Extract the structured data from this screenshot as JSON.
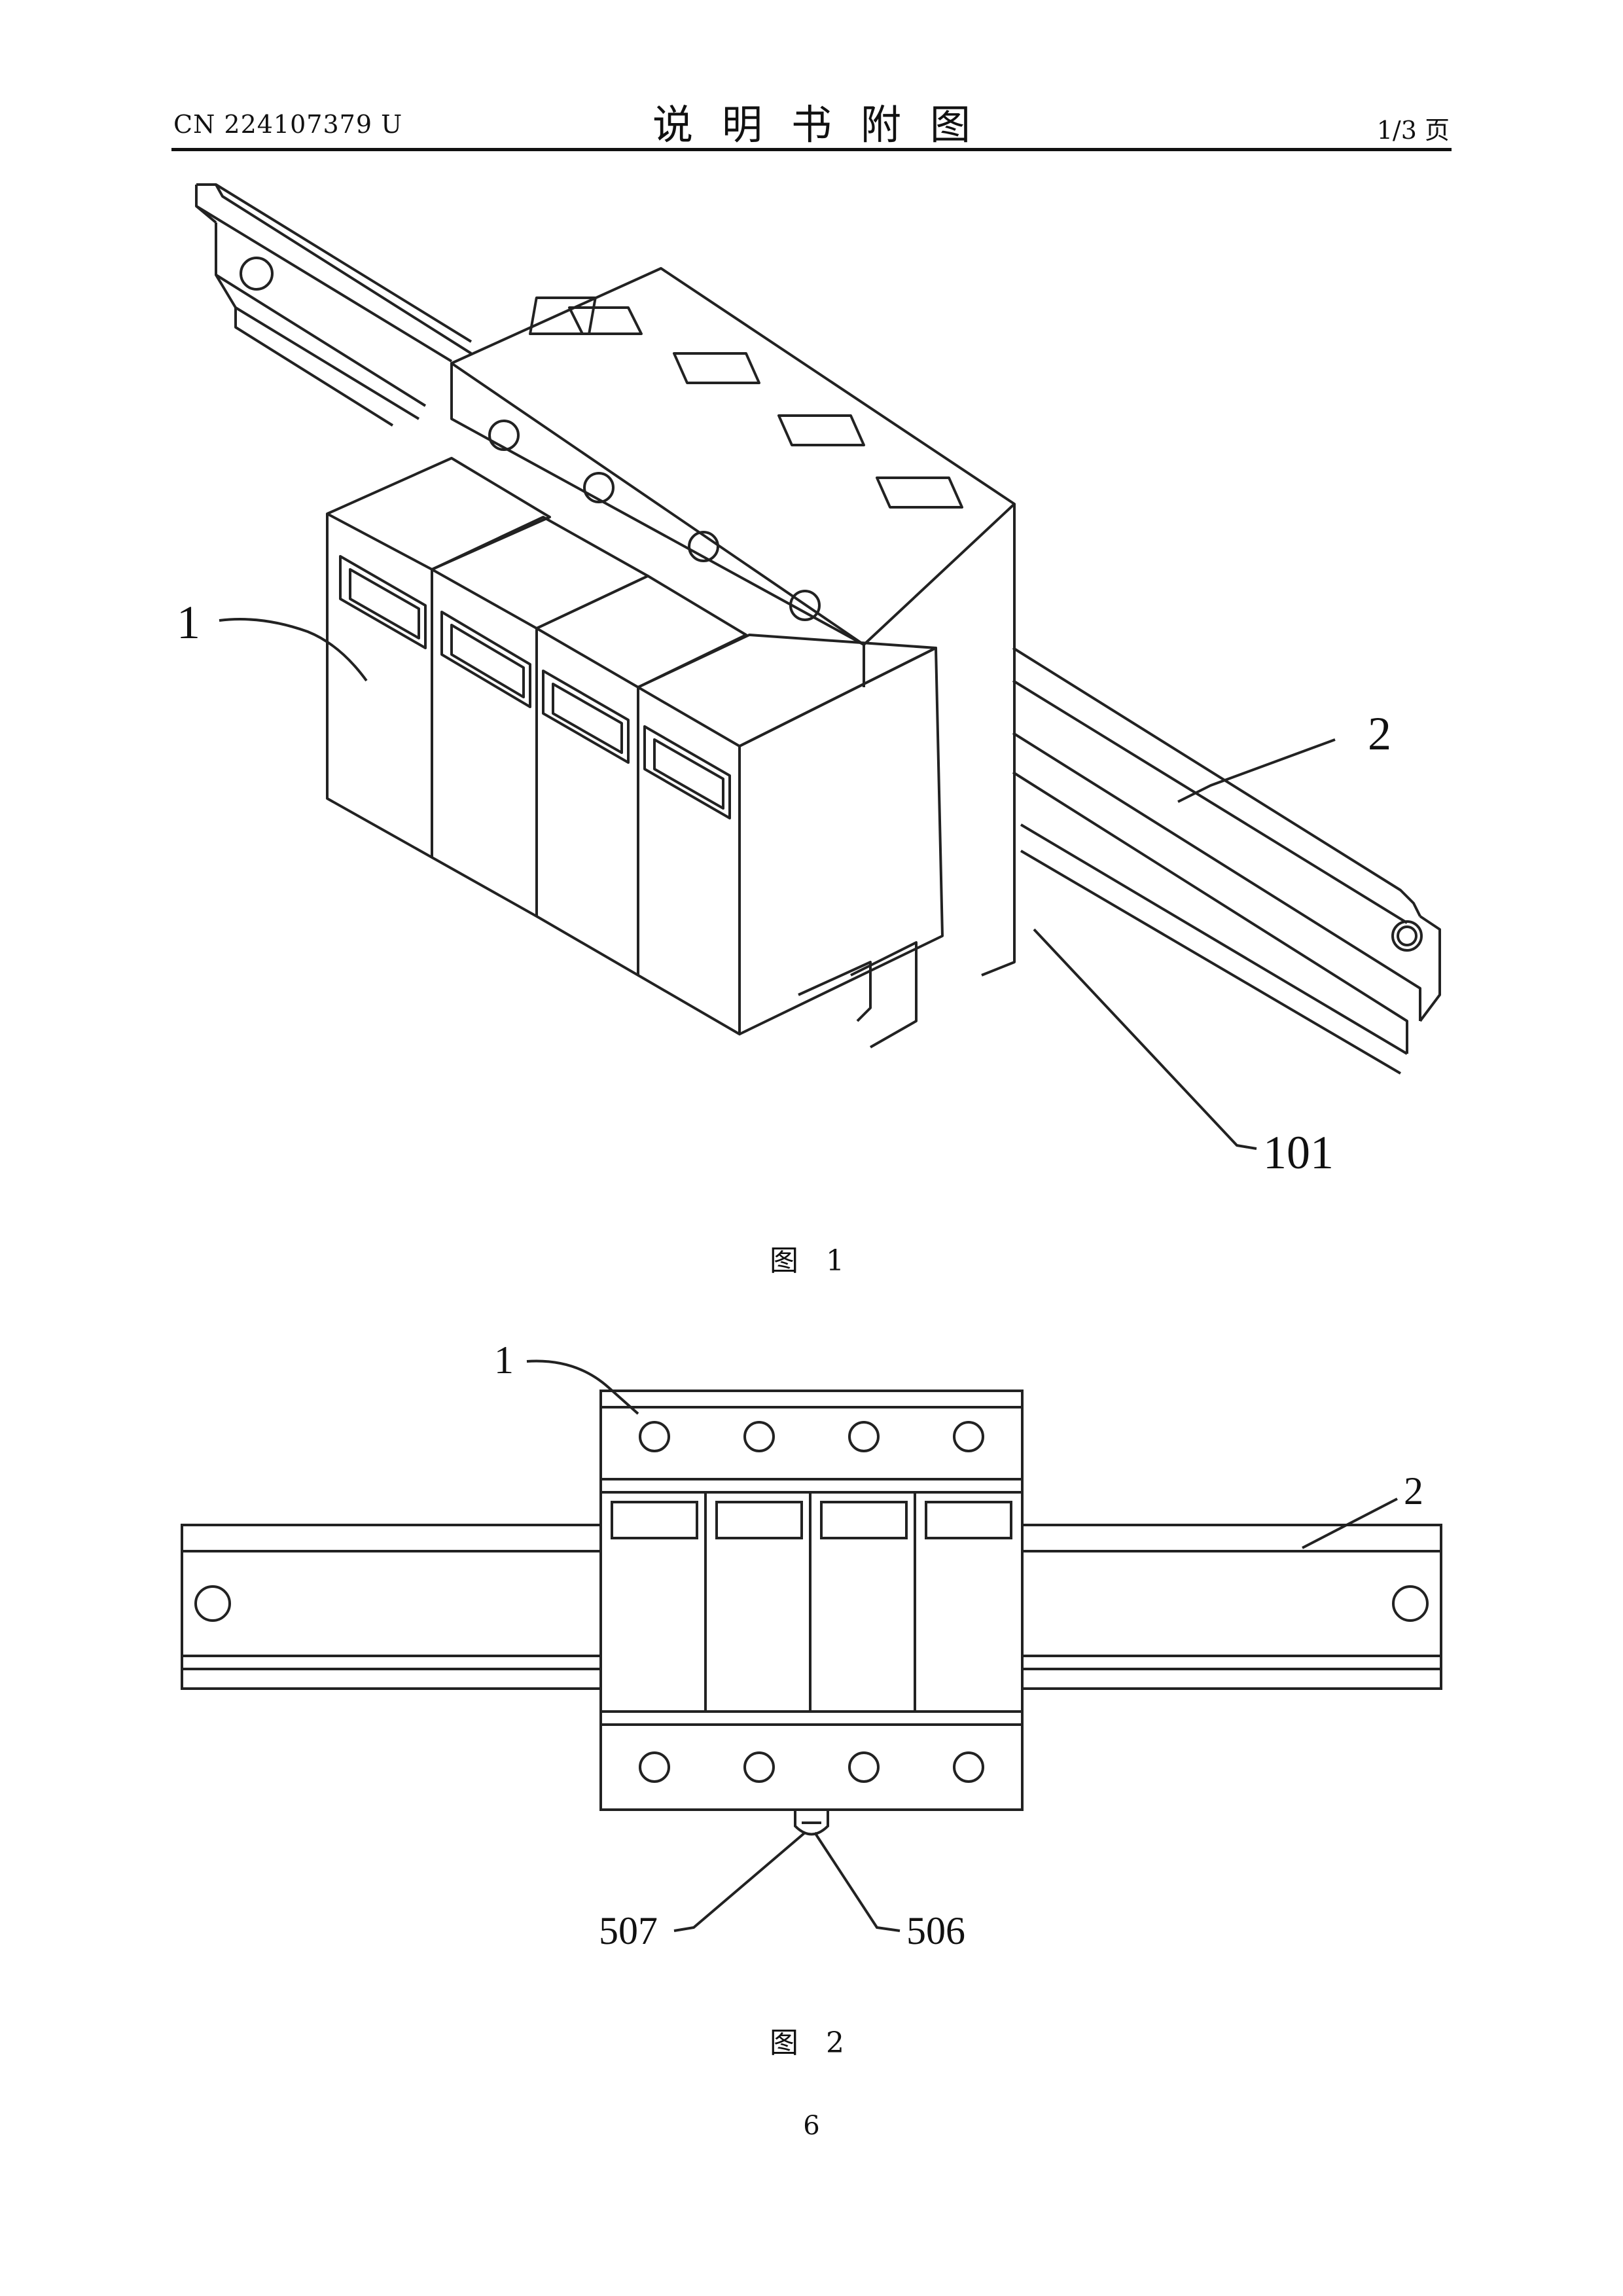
{
  "header": {
    "doc_number": "CN 224107379 U",
    "title": "说明书附图",
    "page_indicator": "1/3 页"
  },
  "figure1": {
    "caption": "图 1",
    "labels": {
      "module": "1",
      "rail": "2",
      "clip": "101"
    }
  },
  "figure2": {
    "caption": "图 2",
    "labels": {
      "module": "1",
      "rail": "2",
      "left_part": "507",
      "right_part": "506"
    }
  },
  "footer": {
    "page_number": "6"
  }
}
